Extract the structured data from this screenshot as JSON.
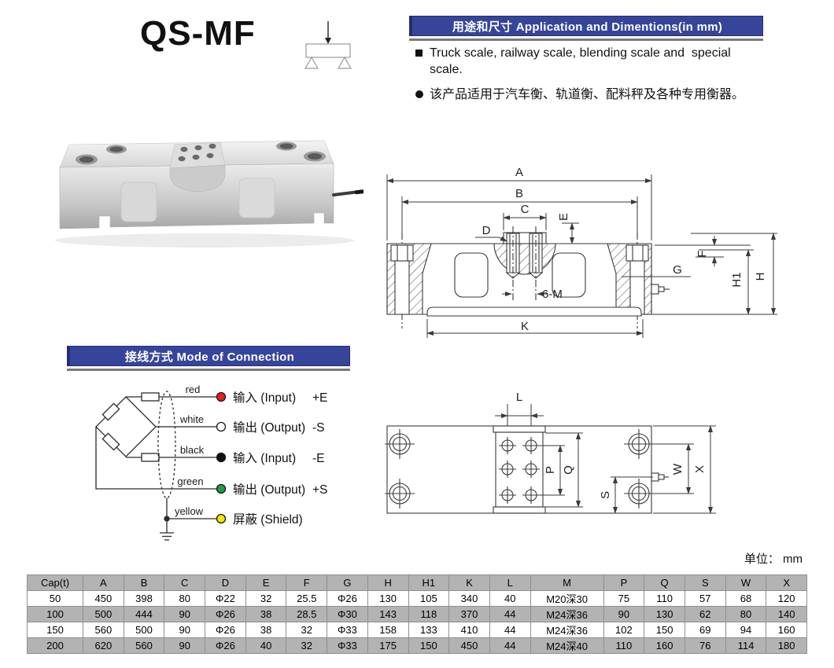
{
  "page_title": "QS-MF",
  "application_section": {
    "header": "用途和尺寸 Application and Dimentions(in mm)",
    "bullet_en": "Truck scale, railway scale, blending scale and  special scale.",
    "bullet_cn": "该产品适用于汽车衡、轨道衡、配料秤及各种专用衡器。"
  },
  "connection_section": {
    "header": "接线方式 Mode of Connection"
  },
  "wiring": {
    "rows": [
      {
        "wire_label": "red",
        "dot_color": "#e32219",
        "cn": "输入 (Input)",
        "terminal": "+E"
      },
      {
        "wire_label": "white",
        "dot_color": "#ffffff",
        "cn": "输出 (Output)",
        "terminal": "-S"
      },
      {
        "wire_label": "black",
        "dot_color": "#111111",
        "cn": "输入 (Input)",
        "terminal": "-E"
      },
      {
        "wire_label": "green",
        "dot_color": "#1f9d3f",
        "cn": "输出 (Output)",
        "terminal": "+S"
      },
      {
        "wire_label": "yellow",
        "dot_color": "#f5e400",
        "cn": "屏蔽 (Shield)",
        "terminal": ""
      }
    ]
  },
  "side_drawing": {
    "dims": {
      "a": "A",
      "b": "B",
      "c": "C",
      "d": "D",
      "e": "E",
      "f": "F",
      "g": "G",
      "h1": "H1",
      "h": "H",
      "k": "K",
      "thread": "6-M"
    }
  },
  "top_drawing": {
    "dims": {
      "l": "L",
      "p": "P",
      "q": "Q",
      "s": "S",
      "w": "W",
      "x": "X"
    }
  },
  "units_note": "单位： mm",
  "table": {
    "columns": [
      "Cap(t)",
      "A",
      "B",
      "C",
      "D",
      "E",
      "F",
      "G",
      "H",
      "H1",
      "K",
      "L",
      "M",
      "P",
      "Q",
      "S",
      "W",
      "X"
    ],
    "rows": [
      [
        "50",
        "450",
        "398",
        "80",
        "Φ22",
        "32",
        "25.5",
        "Φ26",
        "130",
        "105",
        "340",
        "40",
        "M20深30",
        "75",
        "110",
        "57",
        "68",
        "120"
      ],
      [
        "100",
        "500",
        "444",
        "90",
        "Φ26",
        "38",
        "28.5",
        "Φ30",
        "143",
        "118",
        "370",
        "44",
        "M24深36",
        "90",
        "130",
        "62",
        "80",
        "140"
      ],
      [
        "150",
        "560",
        "500",
        "90",
        "Φ26",
        "38",
        "32",
        "Φ33",
        "158",
        "133",
        "410",
        "44",
        "M24深36",
        "102",
        "150",
        "69",
        "94",
        "160"
      ],
      [
        "200",
        "620",
        "560",
        "90",
        "Φ26",
        "40",
        "32",
        "Φ33",
        "175",
        "150",
        "450",
        "44",
        "M24深40",
        "110",
        "160",
        "76",
        "114",
        "180"
      ]
    ]
  },
  "colors": {
    "accent_blue": "#36459b",
    "table_gray": "#b3b3b3"
  }
}
